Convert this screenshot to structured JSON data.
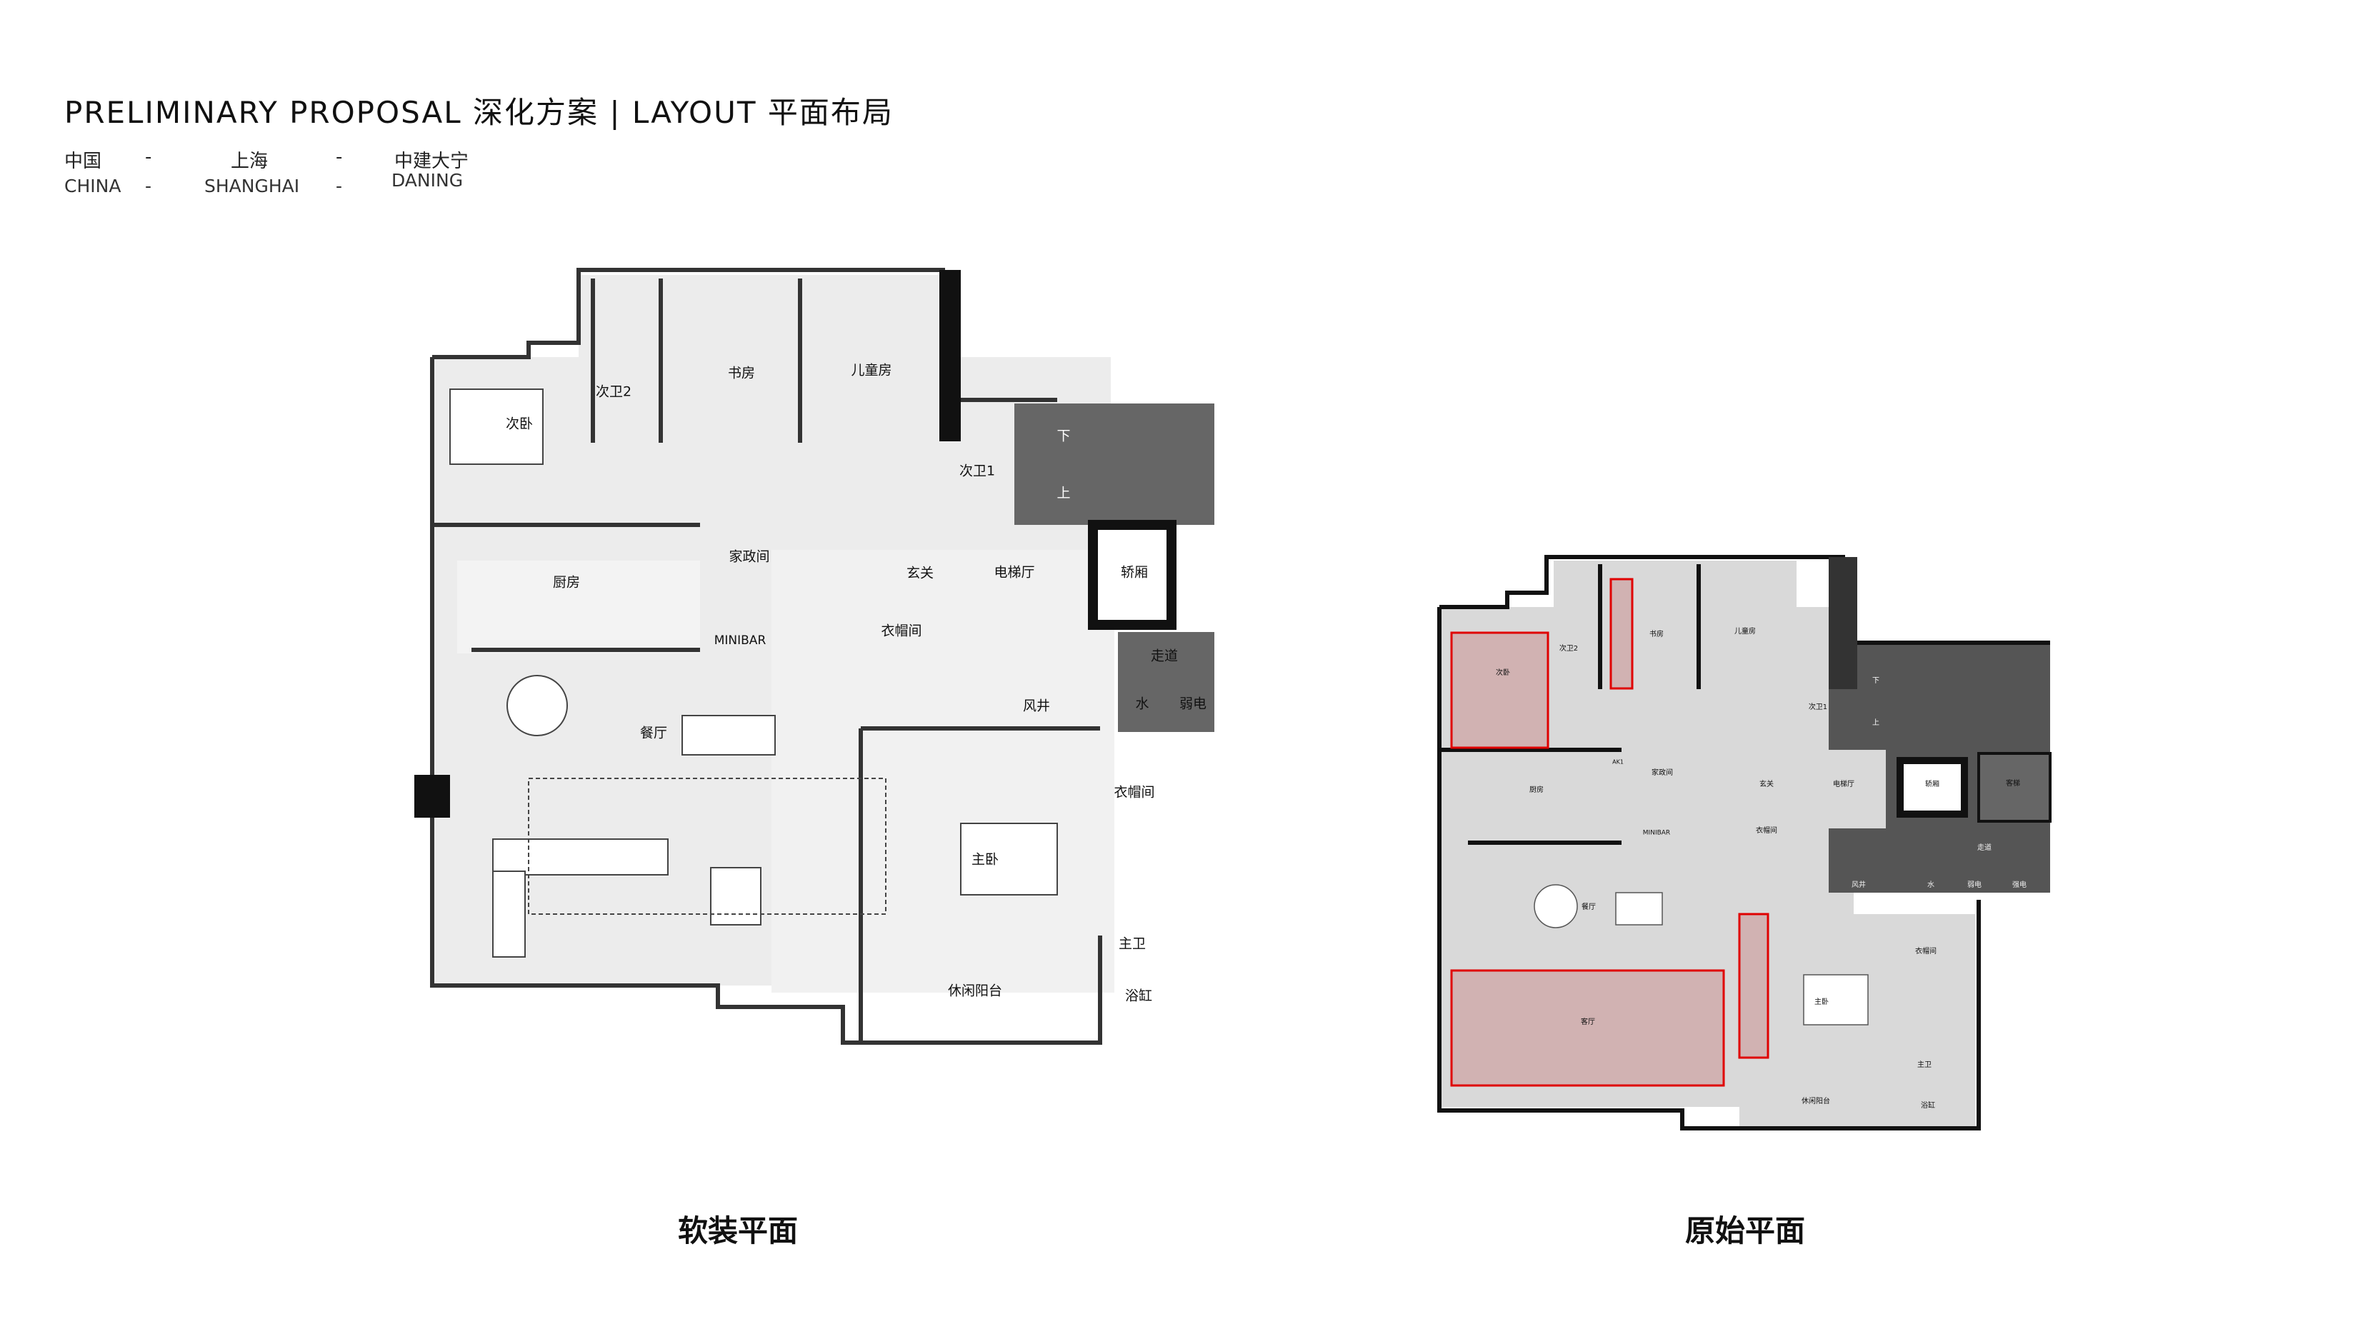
{
  "header": {
    "title": "PRELIMINARY PROPOSAL 深化方案 | LAYOUT 平面布局",
    "location_cn": [
      "中国",
      "-",
      "上海",
      "-",
      "中建大宁"
    ],
    "location_en": [
      "CHINA",
      "-",
      "SHANGHAI",
      "-",
      "DANING"
    ]
  },
  "furnished_plan": {
    "caption": "软装平面",
    "rooms": {
      "second_bedroom": "次卧",
      "second_bath_2": "次卫2",
      "study": "书房",
      "kids_room": "儿童房",
      "second_bath_1": "次卫1",
      "stair_down": "下",
      "stair_up": "上",
      "utility": "家政间",
      "foyer": "玄关",
      "elevator_lobby": "电梯厅",
      "elevator_car": "轿厢",
      "kitchen": "厨房",
      "minibar": "MINIBAR",
      "cloakroom": "衣帽间",
      "corridor": "走道",
      "air_shaft": "风井",
      "water": "水",
      "low_voltage": "弱电",
      "dining": "餐厅",
      "master_closet": "衣帽间",
      "master_bedroom": "主卧",
      "master_bath": "主卫",
      "balcony": "休闲阳台",
      "bathtub": "浴缸"
    }
  },
  "original_plan": {
    "caption": "原始平面",
    "highlight_color": "#e00000",
    "rooms": {
      "second_bedroom": "次卧",
      "second_bath_2": "次卫2",
      "study": "书房",
      "kids_room": "儿童房",
      "second_bath_1": "次卫1",
      "stair_down": "下",
      "stair_up": "上",
      "utility": "家政间",
      "kitchen": "厨房",
      "ak": "AK1",
      "foyer": "玄关",
      "elevator_lobby": "电梯厅",
      "elevator_car": "轿厢",
      "guest_elevator": "客梯",
      "minibar": "MINIBAR",
      "cloakroom": "衣帽间",
      "corridor": "走道",
      "air_shaft": "风井",
      "water": "水",
      "low_voltage": "弱电",
      "high_voltage": "强电",
      "dining": "餐厅",
      "master_closet": "衣帽间",
      "master_bedroom": "主卧",
      "living": "客厅",
      "master_bath": "主卫",
      "balcony": "休闲阳台",
      "bathtub": "浴缸"
    }
  }
}
